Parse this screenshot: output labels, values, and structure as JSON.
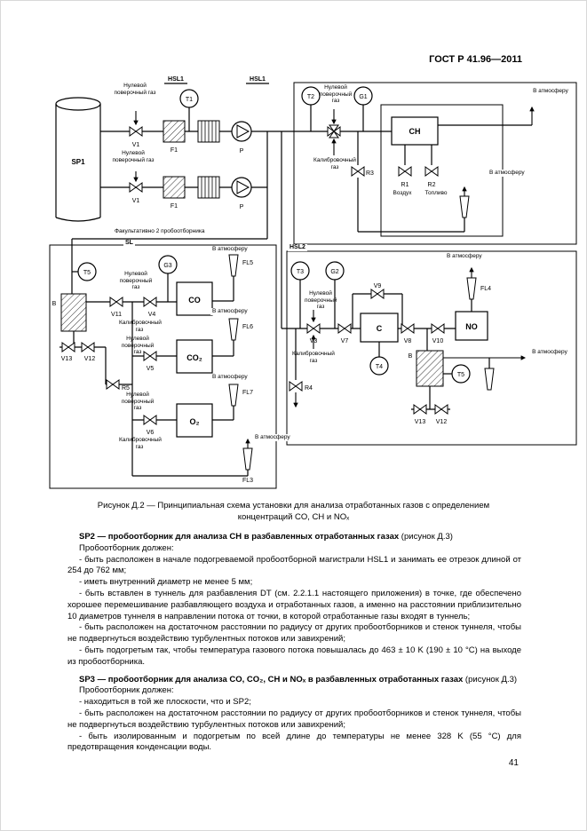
{
  "page": {
    "header": "ГОСТ Р 41.96—2011",
    "number": "41"
  },
  "figure": {
    "caption_line1": "Рисунок Д.2 — Принципиальная схема установки для анализа отработанных газов с определением",
    "caption_line2": "концентраций CO, CH и NOₓ"
  },
  "diagram": {
    "sp1": "SP1",
    "hsl1": "HSL1",
    "hsl2": "HSL2",
    "sl": "SL",
    "f1": "F1",
    "p": "P",
    "v1": "V1",
    "t1": "T1",
    "t2": "T2",
    "t3": "T3",
    "t4": "T4",
    "t5": "T5",
    "g1": "G1",
    "g2": "G2",
    "g3": "G3",
    "v3": "V3",
    "v4": "V4",
    "v5": "V5",
    "v6": "V6",
    "v7": "V7",
    "v8": "V8",
    "v9": "V9",
    "v10": "V10",
    "v11": "V11",
    "v12": "V12",
    "v13": "V13",
    "r1": "R1",
    "r2": "R2",
    "r3": "R3",
    "r4": "R4",
    "r5": "R5",
    "ch": "CH",
    "co": "CO",
    "co2": "CO₂",
    "o2": "O₂",
    "c": "C",
    "no": "NO",
    "b": "В",
    "fl3": "FL3",
    "fl4": "FL4",
    "fl5": "FL5",
    "fl6": "FL6",
    "fl7": "FL7",
    "zero_gas": "Нулевой поверочный газ",
    "cal_gas": "Калибровочный газ",
    "atmosphere": "В атмосферу",
    "air": "Воздух",
    "fuel": "Топливо",
    "optional_note": "Факультативно 2 пробоотборника"
  },
  "body": {
    "sp2_heading_bold": "SP2 — пробоотборник для анализа CH в разбавленных отработанных газах",
    "sp2_heading_rest": " (рисунок Д.3)",
    "must_intro": "Пробоотборник должен:",
    "sp2_items": [
      "- быть расположен в начале подогреваемой пробоотборной магистрали HSL1 и занимать ее отрезок длиной от 254 до 762 мм;",
      "- иметь внутренний диаметр не менее 5 мм;",
      "- быть вставлен в туннель для разбавления DT (см. 2.2.1.1 настоящего приложения) в точке, где обеспечено хорошее перемешивание разбавляющего воздуха и отработанных газов, а именно на расстоянии приблизительно 10 диаметров туннеля в направлении потока от точки, в которой отработанные газы входят в туннель;",
      "- быть расположен на достаточном расстоянии по радиусу от других пробоотборников и стенок туннеля, чтобы не подвергнуться воздействию турбулентных потоков или завихрений;",
      "- быть подогретым так, чтобы температура газового потока повышалась до 463 ± 10 K (190 ± 10 °C) на выходе из пробоотборника."
    ],
    "sp3_heading_bold": "SP3 — пробоотборник для анализа CO, CO₂, CH и NOₓ в разбавленных отработанных газах",
    "sp3_heading_rest": " (рисунок Д.3)",
    "sp3_items": [
      "- находиться в той же плоскости, что и SP2;",
      "- быть расположен на достаточном расстоянии по радиусу от других пробоотборников и стенок туннеля, чтобы не подвергнуться воздействию турбулентных потоков или завихрений;",
      "- быть изолированным и подогретым по всей длине до температуры не менее 328 K (55 °C) для предотвращения конденсации воды."
    ]
  }
}
